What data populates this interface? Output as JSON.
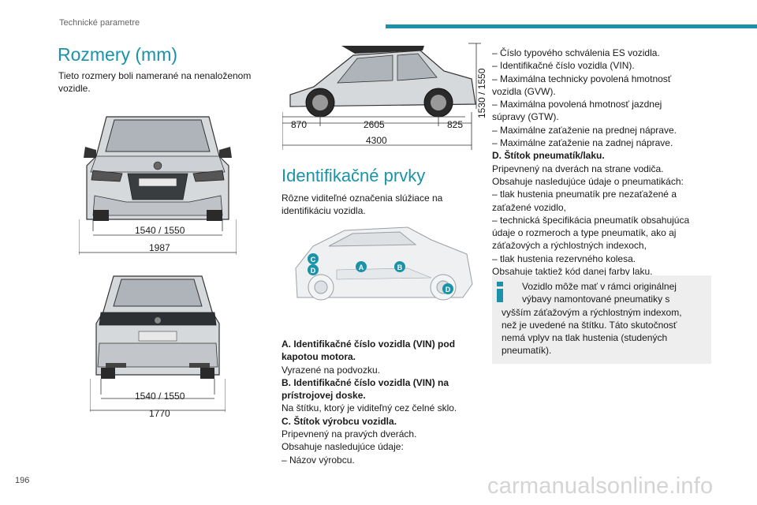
{
  "header": {
    "section": "Technické parametre"
  },
  "dimensions": {
    "title": "Rozmery (mm)",
    "intro_l1": "Tieto rozmery boli namerané na nenaloženom",
    "intro_l2": "vozidle.",
    "front_track": "1540 / 1550",
    "front_width": "1987",
    "rear_track": "1540 / 1550",
    "rear_width": "1770",
    "height": "1530 / 1550",
    "overhang_front": "870",
    "wheelbase": "2605",
    "overhang_rear": "825",
    "length": "4300"
  },
  "identification": {
    "title": "Identifikačné prvky",
    "intro_l1": "Rôzne viditeľné označenia slúžiace na",
    "intro_l2": "identifikáciu vozidla.",
    "markers": [
      "A",
      "B",
      "C",
      "D",
      "D"
    ],
    "a_title_l1": "A. Identifikačné číslo vozidla (VIN) pod",
    "a_title_l2": "kapotou motora.",
    "a_text": "Vyrazené na podvozku.",
    "b_title_l1": "B. Identifikačné číslo vozidla (VIN) na",
    "b_title_l2": "prístrojovej doske.",
    "b_text": "Na štítku, ktorý je viditeľný cez čelné sklo.",
    "c_title": "C. Štítok výrobcu vozidla.",
    "c_text1": "Pripevnený na pravých dverách.",
    "c_text2": "Obsahuje nasledujúce údaje:",
    "c_item1": "–  Názov výrobcu."
  },
  "right_column": {
    "lines": [
      "–  Číslo typového schválenia ES vozidla.",
      "–  Identifikačné číslo vozidla (VIN).",
      "–  Maximálna technicky povolená hmotnosť",
      "vozidla (GVW).",
      "–  Maximálna povolená hmotnosť jazdnej",
      "súpravy (GTW).",
      "–  Maximálne zaťaženie na prednej náprave.",
      "–  Maximálne zaťaženie na zadnej náprave."
    ],
    "d_title": "D. Štítok pneumatík/laku.",
    "d_lines": [
      "Pripevnený na dverách na strane vodiča.",
      "Obsahuje nasledujúce údaje o pneumatikách:",
      "–  tlak hustenia pneumatík pre nezaťažené a",
      "zaťažené vozidlo,",
      "–  technická špecifikácia pneumatík obsahujúca",
      "údaje o rozmeroch a type pneumatík, ako aj",
      "záťažových a rýchlostných indexoch,",
      "–  tlak hustenia rezervného kolesa.",
      "Obsahuje taktiež kód danej farby laku."
    ]
  },
  "info": {
    "lines": [
      "Vozidlo môže mať v rámci originálnej",
      "výbavy namontované pneumatiky s",
      "vyšším záťažovým a rýchlostným indexom,",
      "než je uvedené na štítku. Táto skutočnosť",
      "nemá vplyv na tlak hustenia (studených",
      "pneumatík)."
    ]
  },
  "footer": {
    "page_number": "196",
    "watermark": "carmanualsonline.info"
  }
}
